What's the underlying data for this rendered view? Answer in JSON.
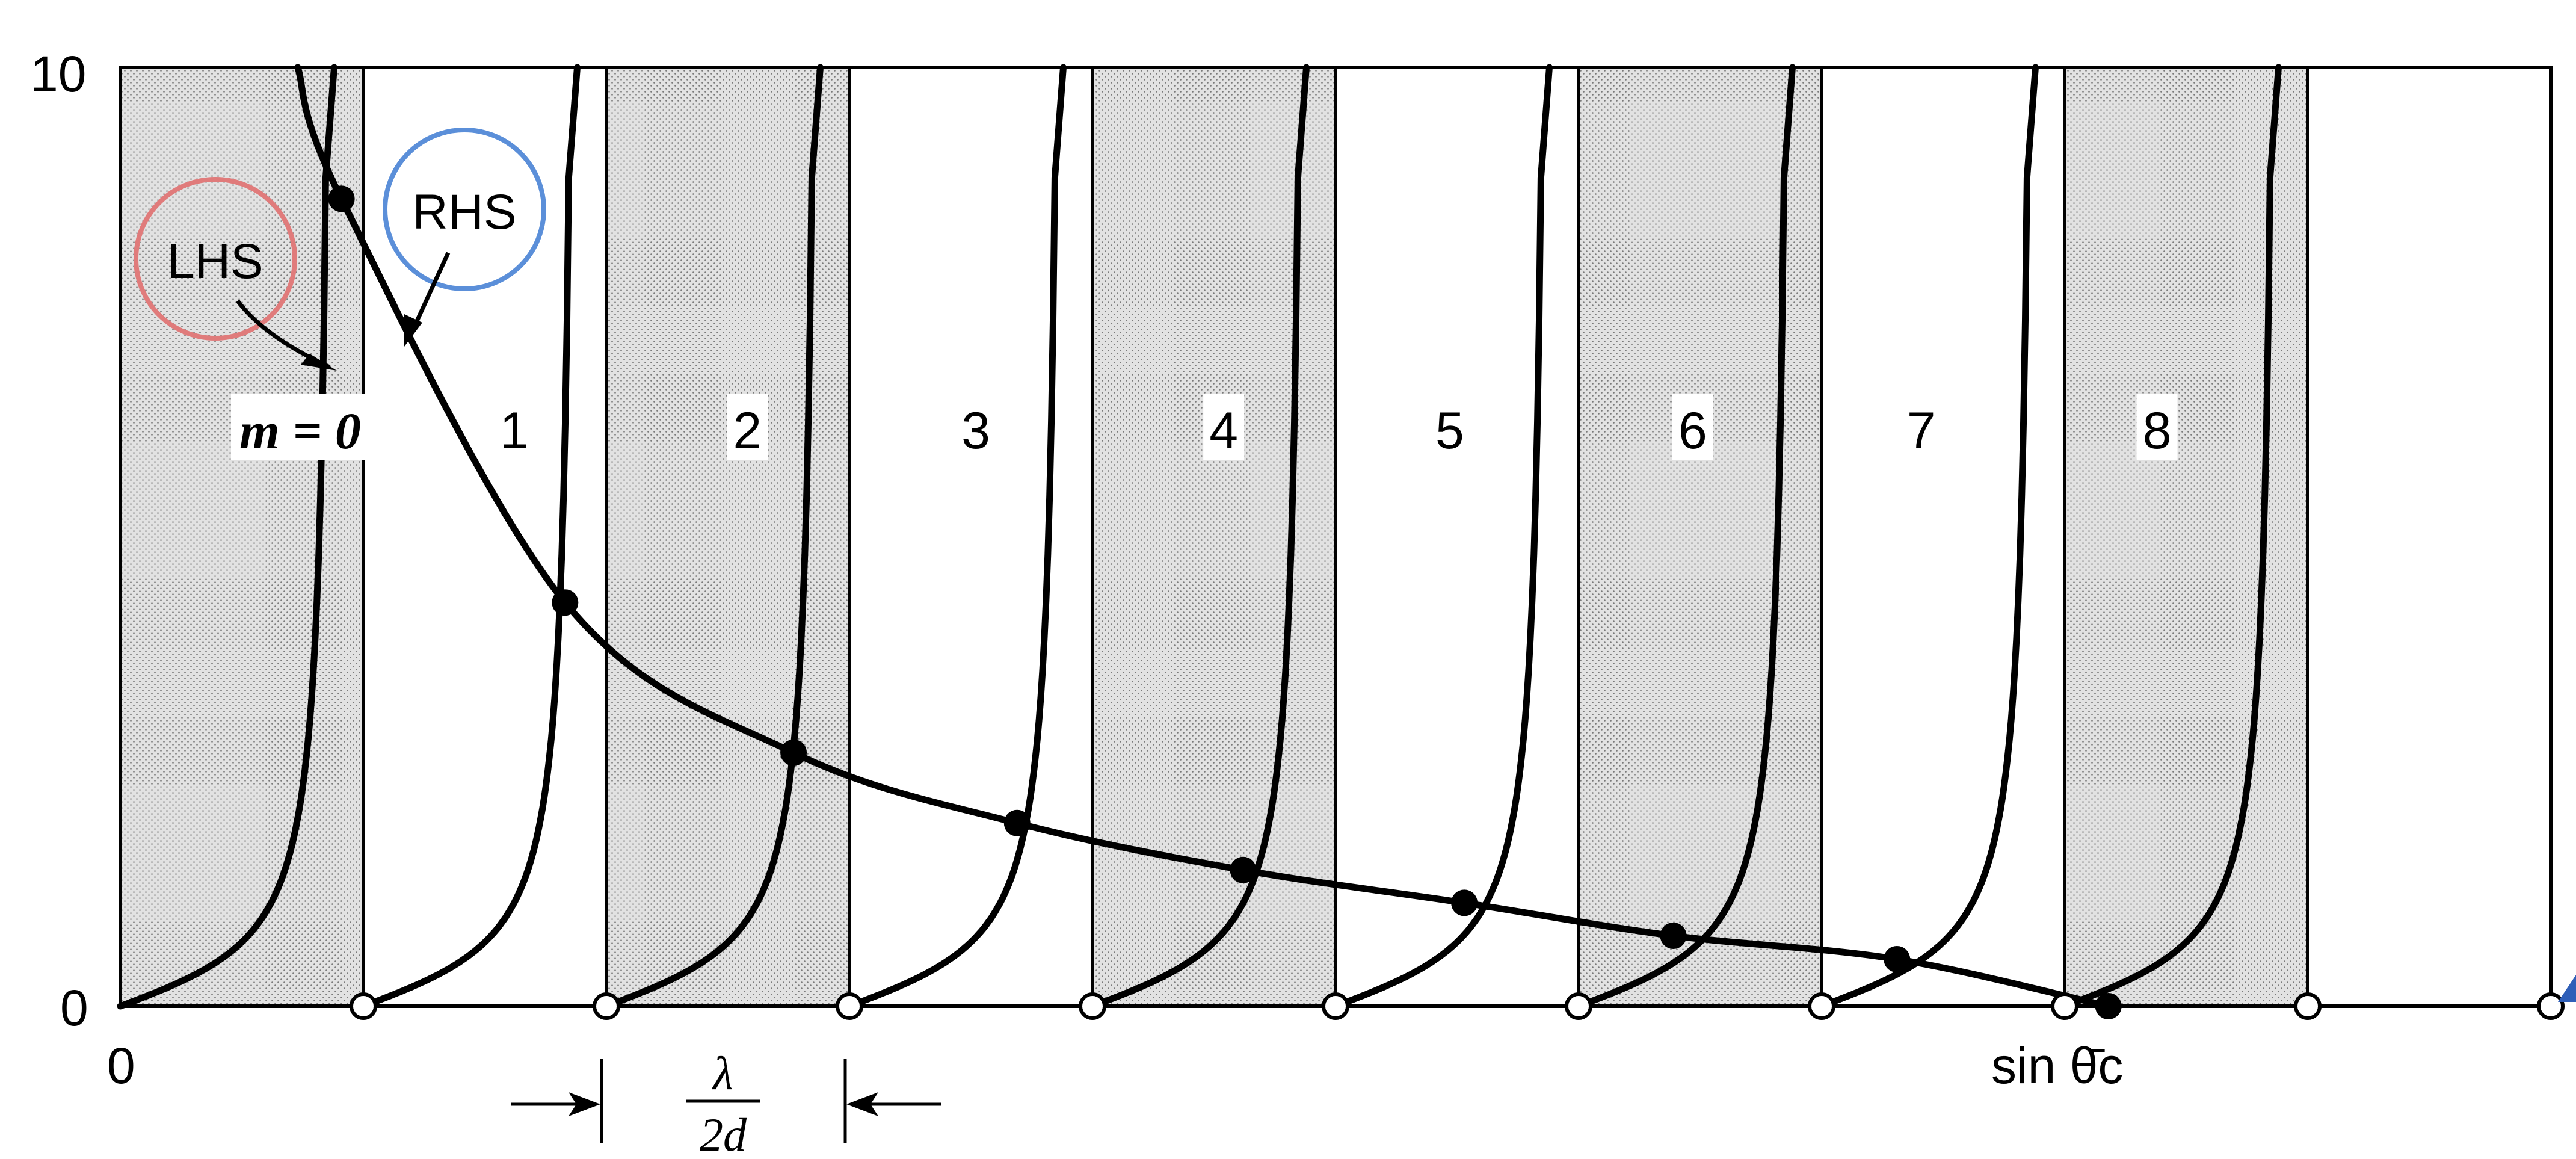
{
  "chart_data": {
    "type": "line",
    "title": "",
    "xlabel": "",
    "ylabel": "",
    "xlim": [
      0,
      1.0
    ],
    "ylim": [
      0,
      10
    ],
    "y_ticks": [
      "10",
      "0"
    ],
    "x_origin_label": "0",
    "x_end_label": "sin θ̄c",
    "spacing_label": {
      "numerator": "λ",
      "denominator": "2d"
    },
    "mode_labels": [
      "m = 0",
      "1",
      "2",
      "3",
      "4",
      "5",
      "6",
      "7",
      "8"
    ],
    "legend_lhs": "LHS",
    "legend_rhs": "RHS",
    "lhs_zero_points": [
      0.0,
      0.1,
      0.2,
      0.3,
      0.4,
      0.5,
      0.6,
      0.7,
      0.8,
      0.9,
      1.0
    ],
    "intersections": [
      {
        "m": 0,
        "x": 0.091,
        "y": 8.6
      },
      {
        "m": 1,
        "x": 0.183,
        "y": 4.3
      },
      {
        "m": 2,
        "x": 0.277,
        "y": 2.7
      },
      {
        "m": 3,
        "x": 0.369,
        "y": 1.95
      },
      {
        "m": 4,
        "x": 0.462,
        "y": 1.45
      },
      {
        "m": 5,
        "x": 0.553,
        "y": 1.1
      },
      {
        "m": 6,
        "x": 0.639,
        "y": 0.75
      },
      {
        "m": 7,
        "x": 0.731,
        "y": 0.5
      },
      {
        "m": 8,
        "x": 0.818,
        "y": 0.0
      }
    ],
    "colors": {
      "lhs_circle": "#e07b7b",
      "rhs_circle": "#5b8fd9",
      "shade": "#d6d6d6",
      "ink": "#000000",
      "accent_arrow": "#2f5fb8"
    }
  }
}
